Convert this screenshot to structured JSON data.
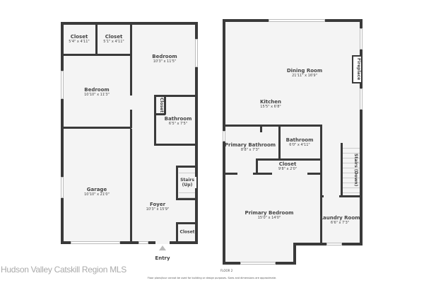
{
  "floor1": {
    "rooms": [
      {
        "name": "Closet",
        "dims": "5'4\" x 4'11\""
      },
      {
        "name": "Closet",
        "dims": "5'1\" x 4'11\""
      },
      {
        "name": "Bedroom",
        "dims": "10'3\" x 11'5\""
      },
      {
        "name": "Bedroom",
        "dims": "10'10\" x 11'3\""
      },
      {
        "name": "Bathroom",
        "dims": "6'5\" x 7'5\""
      },
      {
        "name": "Garage",
        "dims": "10'10\" x 21'0\""
      },
      {
        "name": "Foyer",
        "dims": "10'3\" x 15'9\""
      }
    ],
    "small_closet": "Closet",
    "stairs": "Stairs (Up)",
    "closet_bottom": "Closet",
    "entry": "Entry"
  },
  "floor2": {
    "label": "FLOOR 2",
    "rooms": [
      {
        "name": "Dining Room",
        "dims": "21'11\" x 16'9\""
      },
      {
        "name": "Kitchen",
        "dims": "15'5\" x 6'8\""
      },
      {
        "name": "Primary Bathroom",
        "dims": "8'8\" x 7'3\""
      },
      {
        "name": "Bathroom",
        "dims": "6'0\" x 4'11\""
      },
      {
        "name": "Closet",
        "dims": "9'8\" x 2'0\""
      },
      {
        "name": "Primary Bedroom",
        "dims": "15'0\" x 14'0\""
      },
      {
        "name": "Laundry Room",
        "dims": "6'6\" x 7'3\""
      }
    ],
    "fireplace": "Fireplace",
    "stairs": "Stairs (Down)"
  },
  "watermark": "Hudson Valley Catskill Region MLS",
  "disclaimer": "Floor plans/tour cannot be used for building or design purposes. Sizes and dimensions are approximate."
}
